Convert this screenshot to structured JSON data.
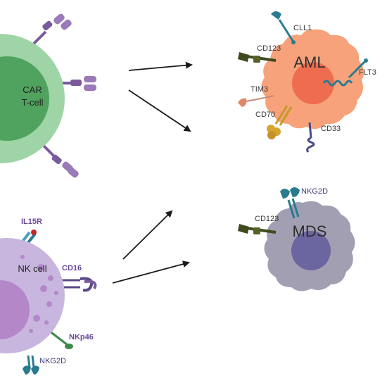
{
  "cells": {
    "car_t": {
      "label_line1": "CAR",
      "label_line2": "T-cell"
    },
    "nk": {
      "label": "NK cell"
    },
    "aml": {
      "label": "AML"
    },
    "mds": {
      "label": "MDS"
    }
  },
  "markers": {
    "aml": {
      "cll1": "CLL1",
      "cd123": "CD123",
      "flt3": "FLT3",
      "tim3": "TIM3",
      "cd70": "CD70",
      "cd33": "CD33"
    },
    "mds": {
      "nkg2d": "NKG2D",
      "cd123": "CD123"
    },
    "nk": {
      "il15r": "IL15R",
      "cd16": "CD16",
      "nkp46": "NKp46",
      "nkg2d": "NKG2D"
    }
  },
  "colors": {
    "car_t_outer": "#9fd4a6",
    "car_t_inner": "#4fa35e",
    "car_receptor": "#7a5a9c",
    "aml_body": "#f7a27a",
    "aml_nucleus": "#ee6d50",
    "mds_body": "#a29fb3",
    "mds_nucleus": "#6b66a0",
    "nk_body": "#c8b6de",
    "nk_nucleus": "#b487c9",
    "teal_receptor": "#2a7b8f",
    "olive_receptor": "#3f4a1e",
    "arrow": "#1a1a1a"
  }
}
